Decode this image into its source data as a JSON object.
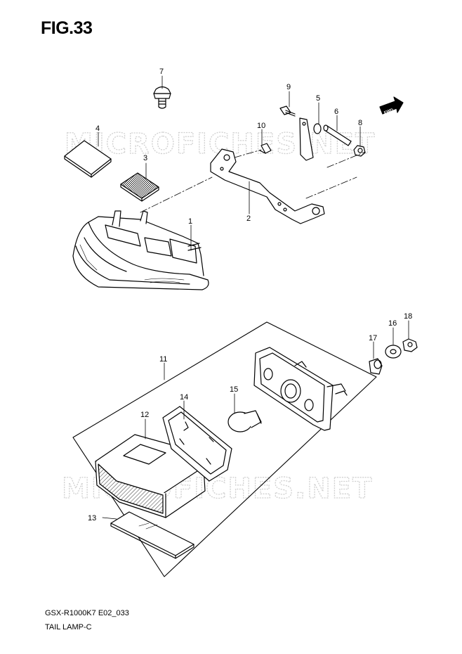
{
  "figure": {
    "title": "FIG.33",
    "model_code": "GSX-R1000K7 E02_033",
    "part_name": "TAIL LAMP-C"
  },
  "watermark": {
    "text": "MICROFICHES.NET"
  },
  "direction_marker": {
    "label": "FWD"
  },
  "callouts": [
    {
      "num": "1"
    },
    {
      "num": "2"
    },
    {
      "num": "3"
    },
    {
      "num": "4"
    },
    {
      "num": "5"
    },
    {
      "num": "6"
    },
    {
      "num": "7"
    },
    {
      "num": "8"
    },
    {
      "num": "9"
    },
    {
      "num": "10"
    },
    {
      "num": "11"
    },
    {
      "num": "12"
    },
    {
      "num": "13"
    },
    {
      "num": "14"
    },
    {
      "num": "15"
    },
    {
      "num": "16"
    },
    {
      "num": "17"
    },
    {
      "num": "18"
    }
  ]
}
